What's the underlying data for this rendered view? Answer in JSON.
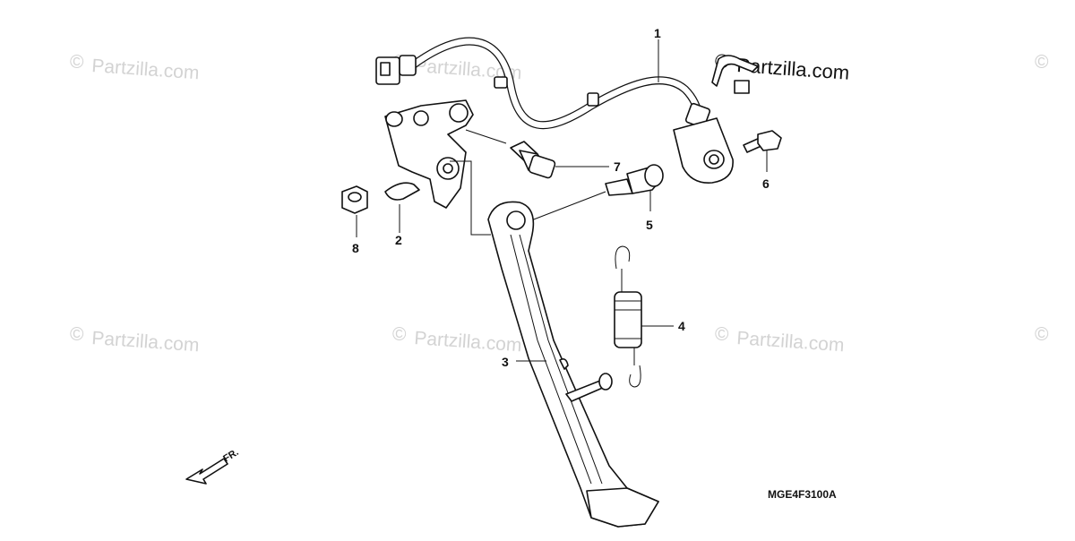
{
  "watermark": {
    "text": "Partzilla.com",
    "symbol": "©"
  },
  "callouts": {
    "c1": "1",
    "c2": "2",
    "c3": "3",
    "c4": "4",
    "c5": "5",
    "c6": "6",
    "c7": "7",
    "c8": "8"
  },
  "front_marker": {
    "label": "FR.",
    "icon": "front-arrow-icon"
  },
  "diagram_code": "MGE4F3100A"
}
